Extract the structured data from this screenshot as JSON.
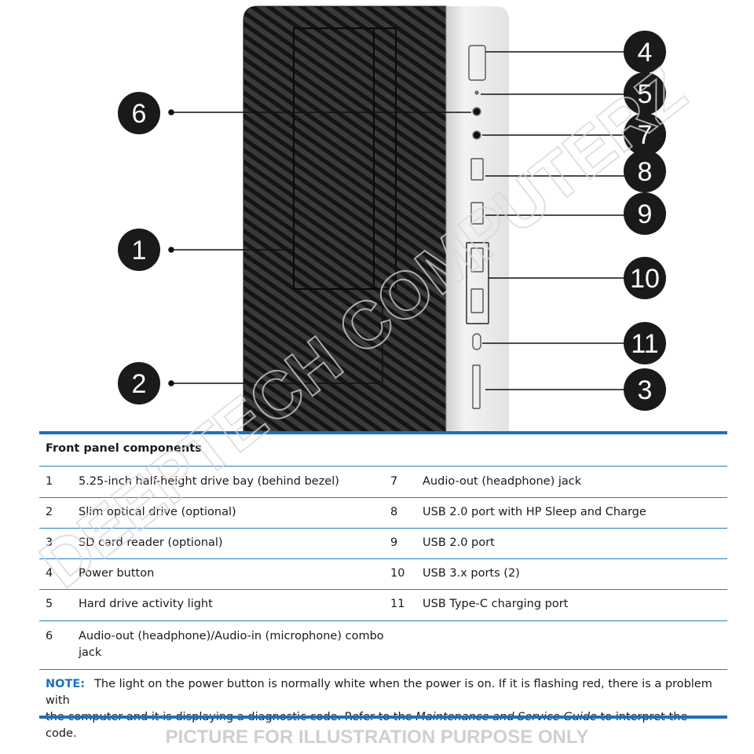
{
  "diagram": {
    "callouts": [
      "1",
      "2",
      "3",
      "4",
      "5",
      "6",
      "7",
      "8",
      "9",
      "10",
      "11"
    ]
  },
  "table": {
    "title": "Front panel components",
    "rows": [
      {
        "n1": "1",
        "l1": "5.25-inch half-height drive bay (behind bezel)",
        "n2": "7",
        "l2": "Audio-out (headphone) jack"
      },
      {
        "n1": "2",
        "l1": "Slim optical drive (optional)",
        "n2": "8",
        "l2": "USB 2.0 port with HP Sleep and Charge"
      },
      {
        "n1": "3",
        "l1": "SD card reader (optional)",
        "n2": "9",
        "l2": "USB 2.0 port"
      },
      {
        "n1": "4",
        "l1": "Power button",
        "n2": "10",
        "l2": "USB 3.x ports (2)"
      },
      {
        "n1": "5",
        "l1": "Hard drive activity light",
        "n2": "11",
        "l2": "USB Type-C charging port"
      },
      {
        "n1": "6",
        "l1a": "Audio-out (headphone)/Audio-in (microphone) combo",
        "l1b": "jack"
      }
    ]
  },
  "note": {
    "label": "NOTE:",
    "line1": "The light on the power button is normally white when the power is on. If it is flashing red, there is a problem with",
    "line2_pre": "the computer and it is displaying a diagnostic code. Refer to the ",
    "line2_italic": "Maintenance and Service Guide",
    "line2_post": " to interpret the code."
  },
  "watermark": "DEEPTECH COMPUTERZ",
  "footer": "PICTURE FOR ILLUSTRATION PURPOSE ONLY",
  "colors": {
    "accent": "#1f6fb8",
    "callout": "#1a1a1a",
    "chassis": "#2a2a2a",
    "silver": "#e9e9e9"
  }
}
